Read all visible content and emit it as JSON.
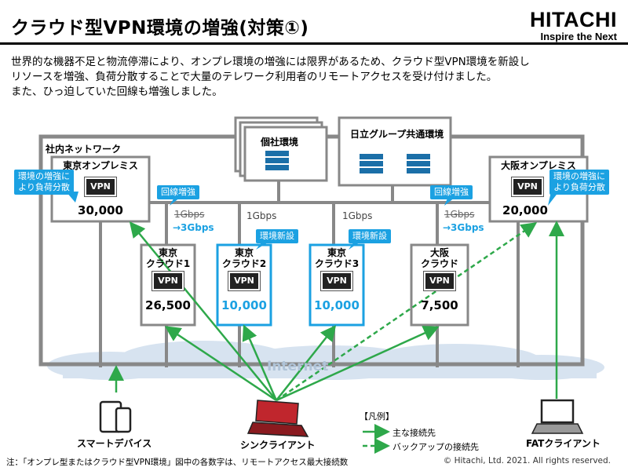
{
  "header": {
    "title": "クラウド型VPN環境の増強(対策①)",
    "logo_name": "HITACHI",
    "logo_tagline": "Inspire the Next"
  },
  "description": [
    "世界的な機器不足と物流停滞により、オンプレ環境の増強には限界があるため、クラウド型VPN環境を新設し",
    "リソースを増強、負荷分散することで大量のテレワーク利用者のリモートアクセスを受け付けました。",
    "また、ひっ迫していた回線も増強しました。"
  ],
  "diagram": {
    "network_label": "社内ネットワーク",
    "env_individual": "個社環境",
    "env_common": "日立グループ共通環境",
    "internet_label": "Internet",
    "vpn_label": "VPN",
    "tokyo_onprem": {
      "title": "東京オンプレミス",
      "value": "30,000",
      "callout": "環境の増強に\nより負荷分散"
    },
    "osaka_onprem": {
      "title": "大阪オンプレミス",
      "value": "20,000",
      "callout": "環境の増強に\nより負荷分散"
    },
    "clouds": [
      {
        "title": "東京\nクラウド1",
        "value": "26,500",
        "new": false
      },
      {
        "title": "東京\nクラウド2",
        "value": "10,000",
        "new": true
      },
      {
        "title": "東京\nクラウド3",
        "value": "10,000",
        "new": true
      },
      {
        "title": "大阪\nクラウド",
        "value": "7,500",
        "new": false
      }
    ],
    "new_label": "環境新設",
    "line_upgrade_label": "回線増強",
    "bw_old": "1Gbps",
    "bw_new": "→3Gbps",
    "bw_plain": "1Gbps",
    "devices": {
      "smart": "スマートデバイス",
      "thin": "シンクライアント",
      "fat": "FATクライアント"
    },
    "legend": {
      "title": "【凡例】",
      "main": "主な接続先",
      "backup": "バックアップの接続先"
    },
    "colors": {
      "accent": "#1ba1e2",
      "arrow": "#2ea84a",
      "box_border": "#888888"
    }
  },
  "footer": {
    "note": "注：「オンプレ型またはクラウド型VPN環境」図中の各数字は、リモートアクセス最大接続数",
    "copyright": "© Hitachi, Ltd. 2021. All rights reserved."
  }
}
